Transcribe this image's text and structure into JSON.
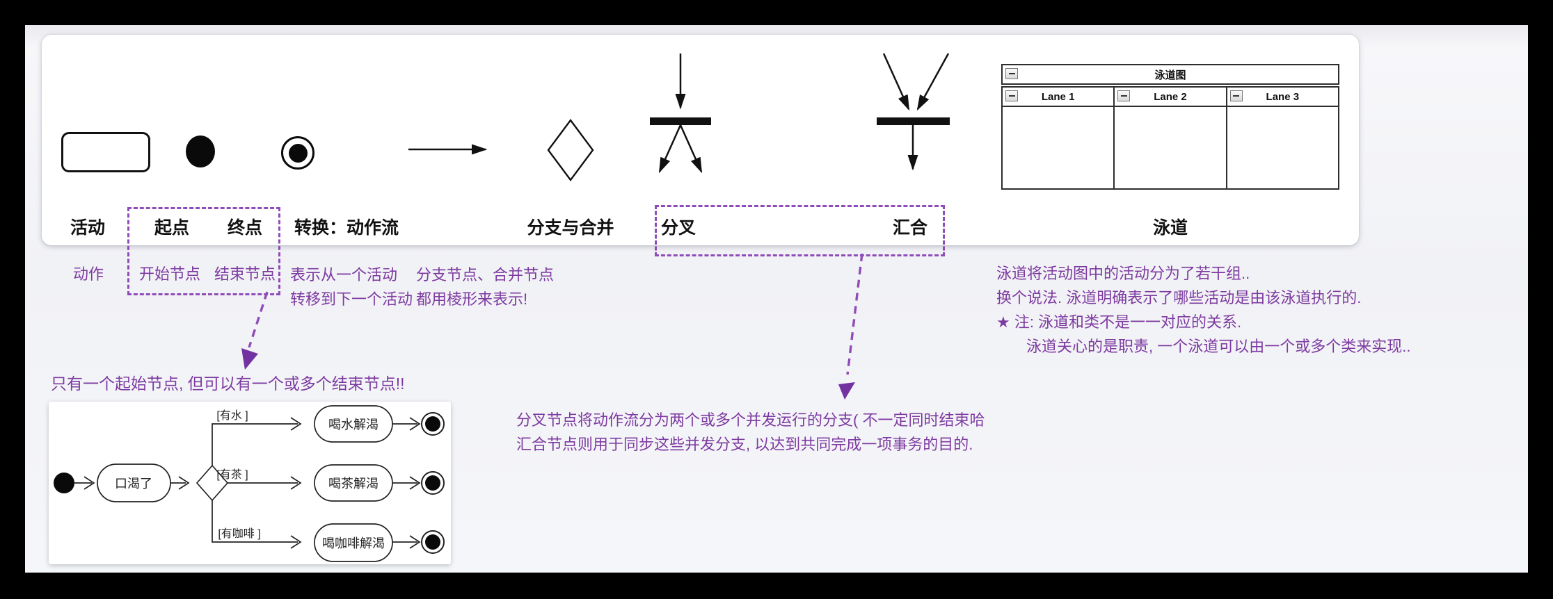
{
  "colors": {
    "accent_purple": "#7d3aa0",
    "dash_purple": "#8f4cb8",
    "symbol_black": "#111111",
    "background": "#f4f5f9"
  },
  "legend": {
    "activity_label": "活动",
    "start_label": "起点",
    "end_label": "终点",
    "transition_label": "转换：动作流",
    "branch_merge_label": "分支与合并",
    "fork_label": "分叉",
    "join_label": "汇合",
    "swimlane_label": "泳道"
  },
  "swimlane_diagram": {
    "title": "泳道图",
    "lanes": [
      "Lane 1",
      "Lane 2",
      "Lane 3"
    ]
  },
  "notes": {
    "activity": "动作",
    "start": "开始节点",
    "end": "结束节点",
    "transition": [
      "表示从一个活动",
      "转移到下一个活动"
    ],
    "branch": [
      "分支节点、合并节点",
      "都用棱形来表示!"
    ],
    "swimlane": [
      "泳道将活动图中的活动分为了若干组..",
      "换个说法. 泳道明确表示了哪些活动是由该泳道执行的.",
      "★ 注: 泳道和类不是一一对应的关系.",
      "泳道关心的是职责, 一个泳道可以由一个或多个类来实现.."
    ],
    "fork_join": [
      "分叉节点将动作流分为两个或多个并发运行的分支( 不一定同时结束哈",
      "汇合节点则用于同步这些并发分支, 以达到共同完成一项事务的目的."
    ],
    "start_end": "只有一个起始节点, 但可以有一个或多个结束节点!!"
  },
  "example": {
    "first_activity": "口渴了",
    "guards": [
      "[有水 ]",
      "[有茶 ]",
      "[有咖啡 ]"
    ],
    "activities": [
      "喝水解渴",
      "喝茶解渴",
      "喝咖啡解渴"
    ]
  }
}
